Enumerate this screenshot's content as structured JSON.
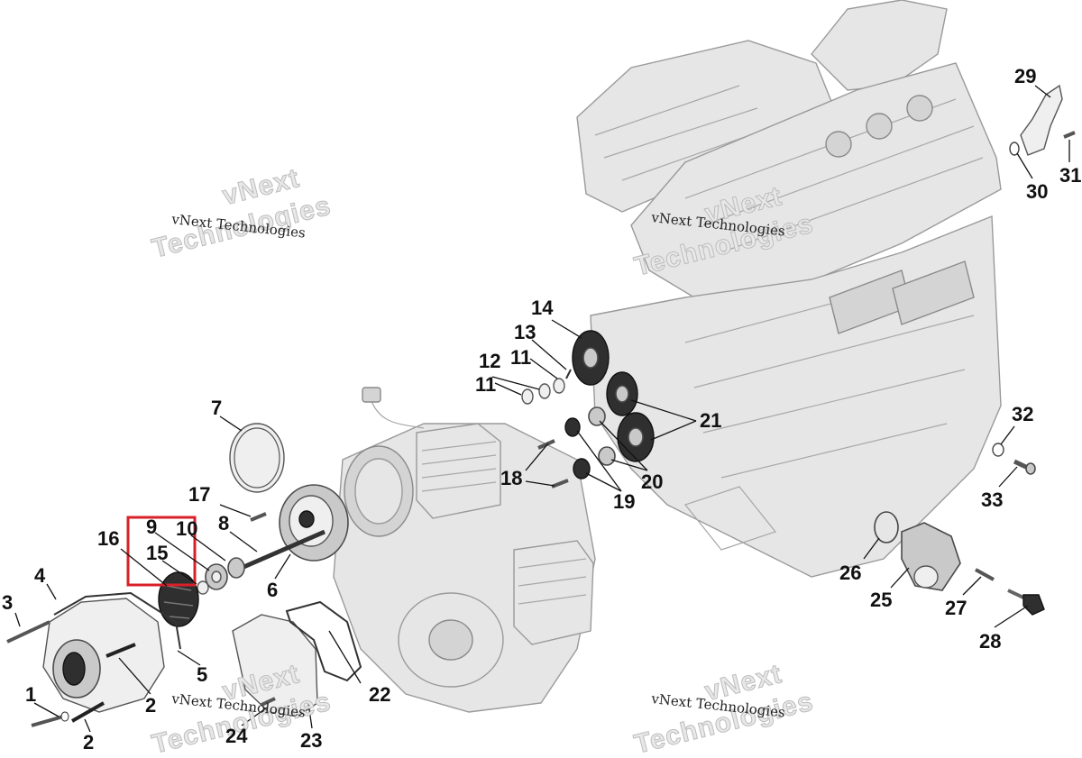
{
  "watermarks": [
    {
      "small": "vNext Technologies",
      "big": "Technologies",
      "big_top": "vNext"
    },
    {
      "small": "vNext Technologies",
      "big": "Technologies",
      "big_top": "vNext"
    },
    {
      "small": "vNext Technologies",
      "big": "Technologies",
      "big_top": "vNext"
    },
    {
      "small": "vNext Technologies",
      "big": "Technologies",
      "big_top": "vNext"
    }
  ],
  "callouts": {
    "c1": "1",
    "c2a": "2",
    "c2b": "2",
    "c3": "3",
    "c4": "4",
    "c5": "5",
    "c6": "6",
    "c7": "7",
    "c8": "8",
    "c9": "9",
    "c10": "10",
    "c11a": "11",
    "c11b": "11",
    "c12": "12",
    "c13": "13",
    "c14": "14",
    "c15": "15",
    "c16": "16",
    "c17": "17",
    "c18": "18",
    "c19": "19",
    "c20": "20",
    "c21": "21",
    "c22": "22",
    "c23": "23",
    "c24": "24",
    "c25": "25",
    "c26": "26",
    "c27": "27",
    "c28": "28",
    "c29": "29",
    "c30": "30",
    "c31": "31",
    "c32": "32",
    "c33": "33"
  },
  "colors": {
    "highlight": "#d9202a",
    "callout": "#111111",
    "engine": "#e6e6e6"
  }
}
